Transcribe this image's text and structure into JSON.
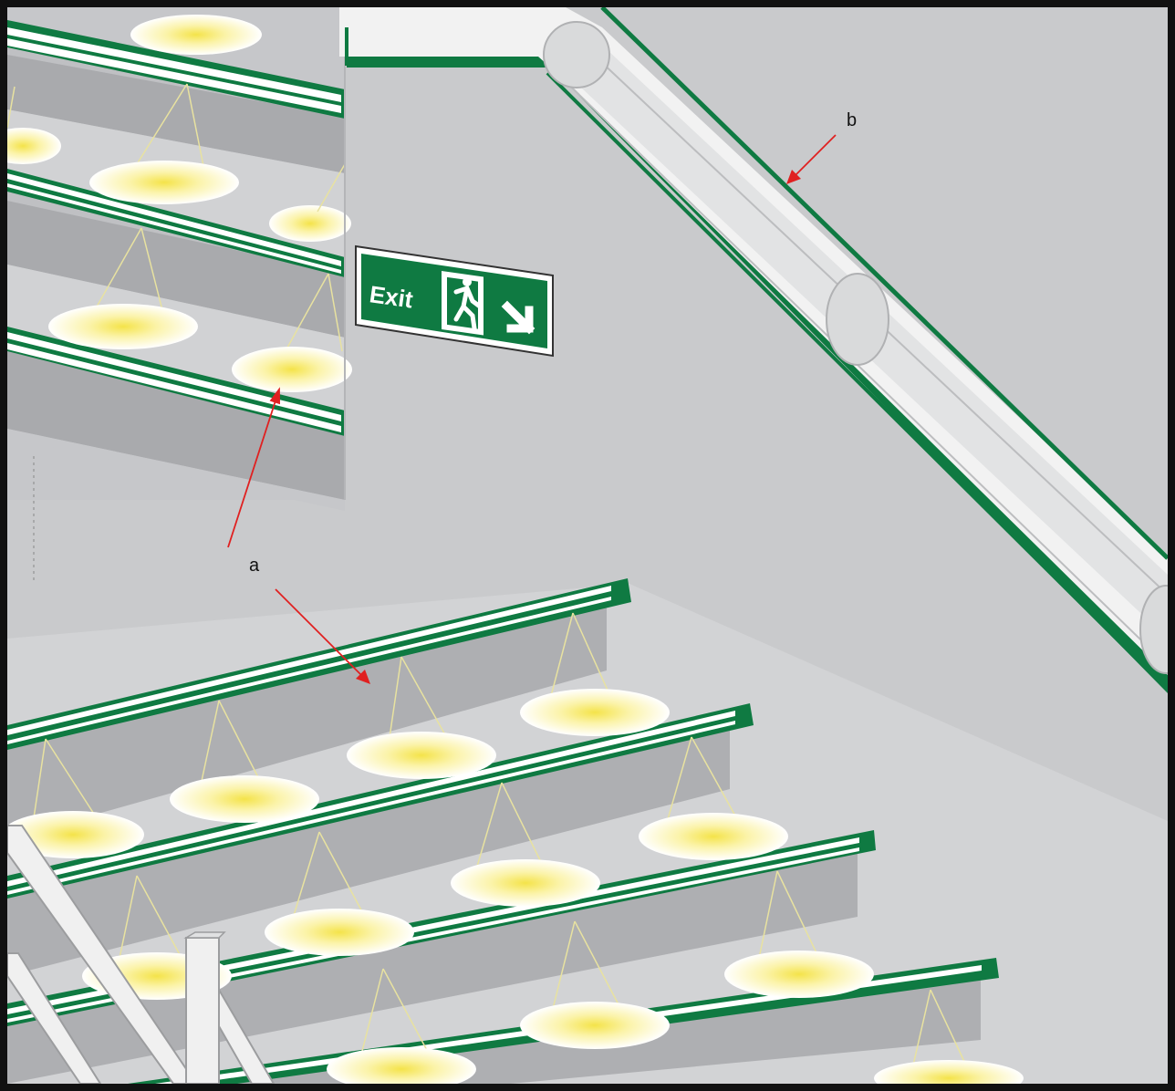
{
  "labels": {
    "a": "a",
    "b": "b"
  },
  "sign": {
    "text": "Exit",
    "running_man": "running-man-icon",
    "arrow": "arrow-down-right-icon"
  },
  "colors": {
    "wall": "#c9cacc",
    "wall_dark": "#b4b5b8",
    "tread": "#d3d4d6",
    "riser": "#aeafb2",
    "nosing_green": "#0f7a42",
    "nosing_white": "#ffffff",
    "light_glow": "#f5e65a",
    "pointer": "#e02020",
    "sign_green": "#0f7a42"
  }
}
